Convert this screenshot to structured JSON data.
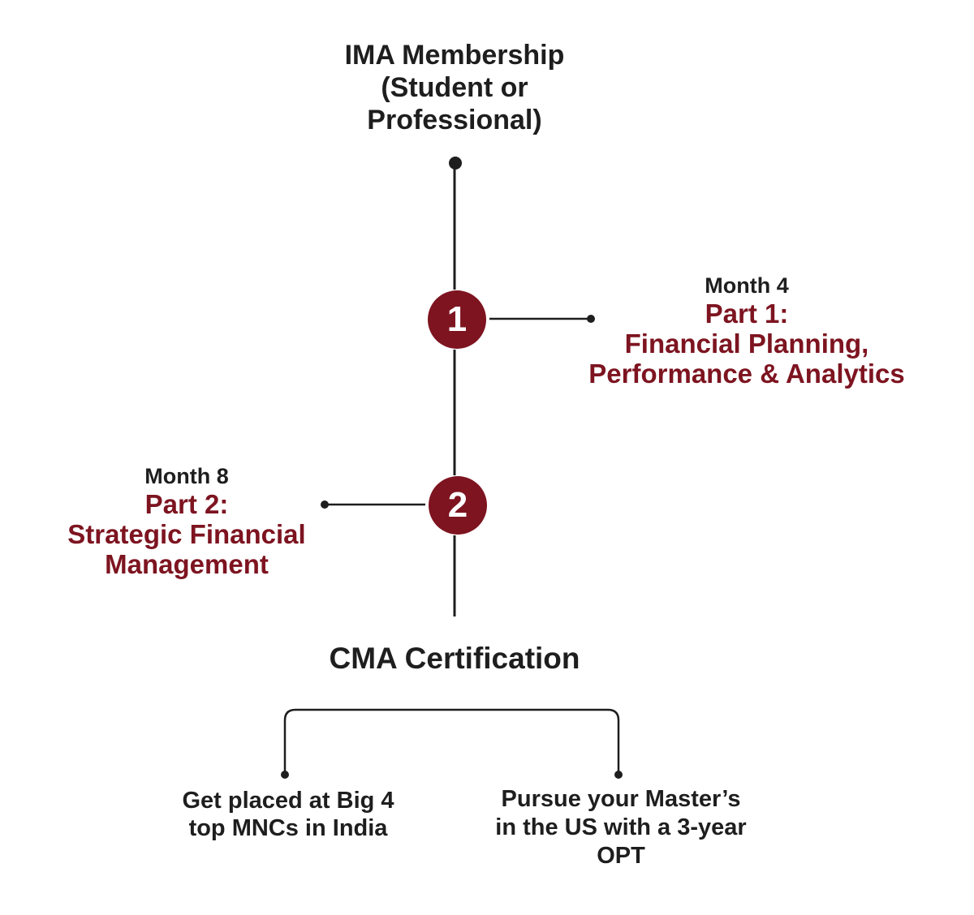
{
  "top": {
    "title_lines": [
      "IMA Membership",
      "(Student or",
      "Professional)"
    ]
  },
  "step1": {
    "number": "1",
    "month": "Month 4",
    "part": "Part 1:",
    "subject_lines": [
      "Financial Planning,",
      "Performance & Analytics"
    ]
  },
  "step2": {
    "number": "2",
    "month": "Month 8",
    "part": "Part 2:",
    "subject_lines": [
      "Strategic Financial",
      "Management"
    ]
  },
  "certification": {
    "title": "CMA Certification"
  },
  "outcomes": {
    "left_lines": [
      "Get placed at Big 4",
      "top MNCs in India"
    ],
    "right_lines": [
      "Pursue your Master’s",
      "in the US with a 3-year",
      "OPT"
    ]
  },
  "colors": {
    "accent": "#7d1420",
    "text": "#1e1e1e",
    "line": "#1e1e1e"
  }
}
